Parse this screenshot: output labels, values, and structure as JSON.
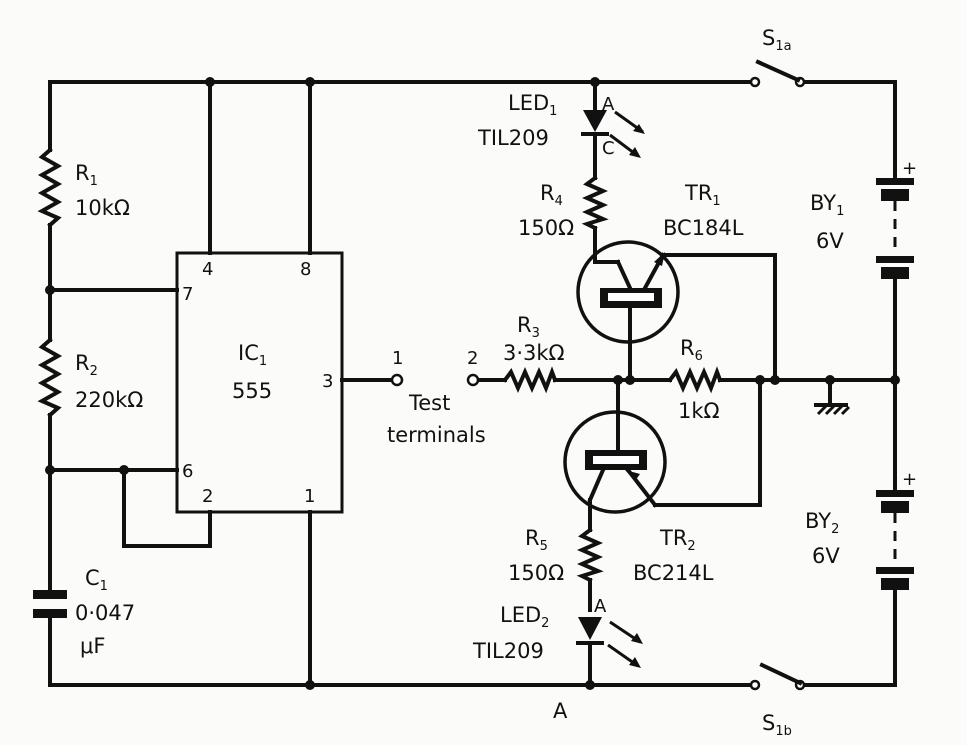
{
  "components": {
    "r1": {
      "name": "R",
      "sub": "1",
      "value": "10kΩ"
    },
    "r2": {
      "name": "R",
      "sub": "2",
      "value": "220kΩ"
    },
    "c1": {
      "name": "C",
      "sub": "1",
      "value": "0·047",
      "unit": "μF"
    },
    "ic1": {
      "name": "IC",
      "sub": "1",
      "type": "555",
      "pins": {
        "p4": "4",
        "p8": "8",
        "p7": "7",
        "p3": "3",
        "p6": "6",
        "p2": "2",
        "p1": "1"
      }
    },
    "test_terminals": {
      "t1": "1",
      "t2": "2",
      "line1": "Test",
      "line2": "terminals"
    },
    "r3": {
      "name": "R",
      "sub": "3",
      "value": "3·3kΩ"
    },
    "r4": {
      "name": "R",
      "sub": "4",
      "value": "150Ω"
    },
    "r5": {
      "name": "R",
      "sub": "5",
      "value": "150Ω"
    },
    "r6": {
      "name": "R",
      "sub": "6",
      "value": "1kΩ"
    },
    "led1": {
      "name": "LED",
      "sub": "1",
      "part": "TIL209",
      "anode": "A",
      "cathode": "C"
    },
    "led2": {
      "name": "LED",
      "sub": "2",
      "part": "TIL209",
      "anode": "A"
    },
    "tr1": {
      "name": "TR",
      "sub": "1",
      "part": "BC184L"
    },
    "tr2": {
      "name": "TR",
      "sub": "2",
      "part": "BC214L"
    },
    "by1": {
      "name": "BY",
      "sub": "1",
      "value": "6V",
      "plus": "+"
    },
    "by2": {
      "name": "BY",
      "sub": "2",
      "value": "6V",
      "plus": "+"
    },
    "s1a": {
      "name": "S",
      "sub": "1a"
    },
    "s1b": {
      "name": "S",
      "sub": "1b"
    },
    "node_a": "A"
  }
}
